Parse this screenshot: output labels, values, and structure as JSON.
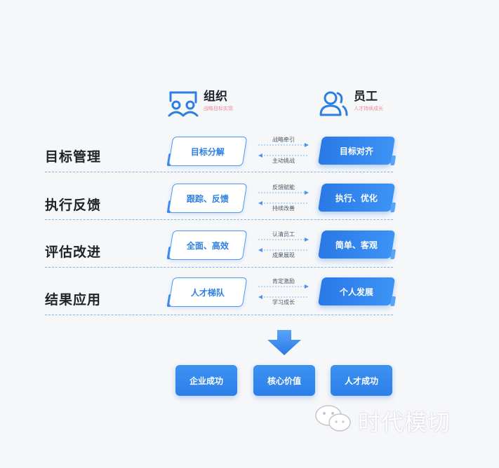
{
  "columns": {
    "org": {
      "title": "组织",
      "subtitle": "战略目标实现",
      "icon": "group-icon"
    },
    "staff": {
      "title": "员工",
      "subtitle": "人才持续成长",
      "icon": "person-icon"
    }
  },
  "rows": [
    {
      "label": "目标管理",
      "org": "目标分解",
      "top": "战略牵引",
      "bottom": "主动挑战",
      "staff": "目标对齐"
    },
    {
      "label": "执行反馈",
      "org": "跟踪、反馈",
      "top": "反馈赋能",
      "bottom": "持续改善",
      "staff": "执行、优化"
    },
    {
      "label": "评估改进",
      "org": "全面、高效",
      "top": "认清员工",
      "bottom": "成果展现",
      "staff": "简单、客观"
    },
    {
      "label": "结果应用",
      "org": "人才梯队",
      "top": "肯定激励",
      "bottom": "学习成长",
      "staff": "个人发展"
    }
  ],
  "results": [
    "企业成功",
    "核心价值",
    "人才成功"
  ],
  "watermark": "时代模切",
  "colors": {
    "accent": "#2b7fe3",
    "accent_light": "#4a97f2",
    "subtitle": "#f08a96",
    "text": "#1f2329"
  }
}
